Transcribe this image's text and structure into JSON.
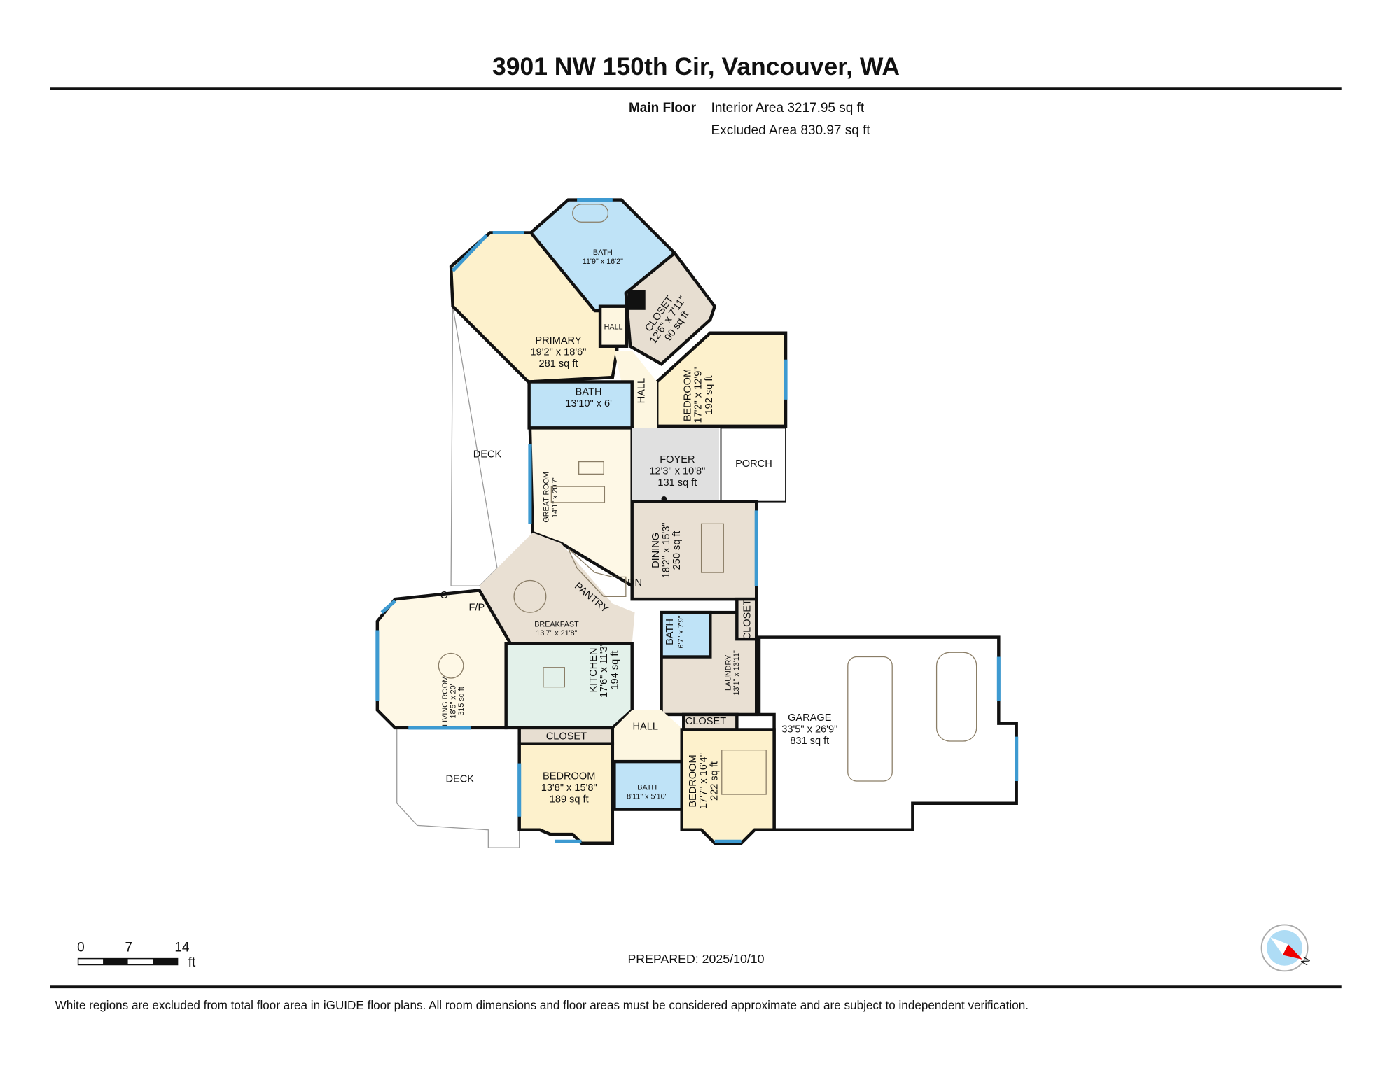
{
  "header": {
    "title": "3901 NW 150th Cir, Vancouver, WA",
    "floor_name": "Main Floor",
    "interior_area": "Interior Area 3217.95 sq ft",
    "excluded_area": "Excluded Area 830.97 sq ft"
  },
  "rooms": {
    "primary": {
      "name": "PRIMARY",
      "dims": "19'2\" x 18'6\"",
      "area": "281 sq ft"
    },
    "primary_bath": {
      "name": "BATH",
      "dims": "11'9\" x 16'2\""
    },
    "primary_closet": {
      "name": "CLOSET",
      "dims": "12'6\" x 7'11\"",
      "area": "90 sq ft"
    },
    "hall_upper": {
      "name": "HALL"
    },
    "hall_mid": {
      "name": "HALL"
    },
    "bath_2": {
      "name": "BATH",
      "dims": "13'10\" x 6'"
    },
    "bedroom_ne": {
      "name": "BEDROOM",
      "dims": "17'2\" x 12'9\"",
      "area": "192 sq ft"
    },
    "deck_west": {
      "name": "DECK"
    },
    "great_room": {
      "name": "GREAT ROOM",
      "dims": "14'1\" x 20'7\""
    },
    "foyer": {
      "name": "FOYER",
      "dims": "12'3\" x 10'8\"",
      "area": "131 sq ft"
    },
    "porch": {
      "name": "PORCH"
    },
    "dining": {
      "name": "DINING",
      "dims": "18'2\" x 15'3\"",
      "area": "250 sq ft"
    },
    "dn": {
      "name": "DN"
    },
    "pantry": {
      "name": "PANTRY"
    },
    "breakfast": {
      "name": "BREAKFAST",
      "dims": "13'7\" x 21'8\""
    },
    "c": {
      "name": "C"
    },
    "fp": {
      "name": "F/P"
    },
    "living_room": {
      "name": "LIVING ROOM",
      "dims": "18'5\" x 20'",
      "area": "315 sq ft"
    },
    "kitchen": {
      "name": "KITCHEN",
      "dims": "17'6\" x 11'3\"",
      "area": "194 sq ft"
    },
    "bath_3": {
      "name": "BATH",
      "dims": "6'7\" x 7'9\""
    },
    "closet_laundry": {
      "name": "CLOSET"
    },
    "laundry": {
      "name": "LAUNDRY",
      "dims": "13'1\" x 13'11\""
    },
    "garage": {
      "name": "GARAGE",
      "dims": "33'5\" x 26'9\"",
      "area": "831 sq ft"
    },
    "hall_lower": {
      "name": "HALL"
    },
    "closet_sw": {
      "name": "CLOSET"
    },
    "closet_se": {
      "name": "CLOSET"
    },
    "deck_south": {
      "name": "DECK"
    },
    "bedroom_sw": {
      "name": "BEDROOM",
      "dims": "13'8\" x 15'8\"",
      "area": "189 sq ft"
    },
    "bath_4": {
      "name": "BATH",
      "dims": "8'11\" x 5'10\""
    },
    "bedroom_se": {
      "name": "BEDROOM",
      "dims": "17'7\" x 16'4\"",
      "area": "222 sq ft"
    }
  },
  "scale_bar": {
    "ticks": [
      "0",
      "7",
      "14"
    ],
    "unit": "ft"
  },
  "prepared": "PREPARED: 2025/10/10",
  "compass": {
    "icon": "north-arrow-compass-icon",
    "label": "N"
  },
  "footer": "White regions are excluded from total floor area in iGUIDE floor plans. All room dimensions and floor areas must be considered approximate and are subject to independent verification.",
  "colors": {
    "bedroom": "#fdf1cc",
    "bath": "#bfe3f7",
    "closet": "#e7ded1",
    "living": "#fef8e6",
    "foyer": "#e0e0e0",
    "kitchen": "#e3f1ea",
    "window": "#3d9ad1"
  }
}
